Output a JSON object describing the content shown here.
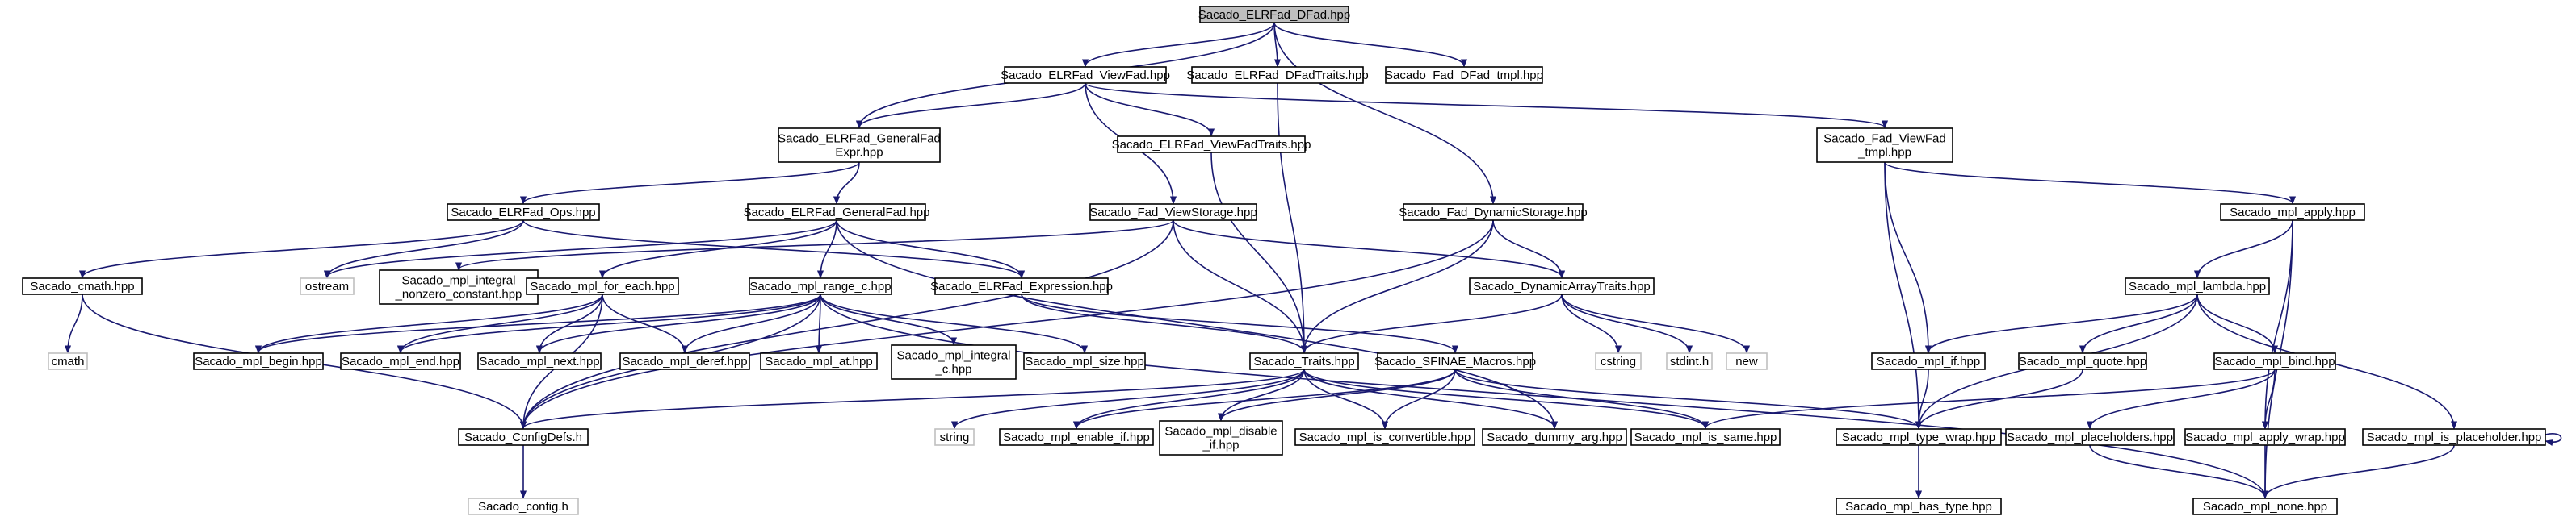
{
  "diagram": {
    "nodes": [
      {
        "id": "root",
        "lines": [
          "Sacado_ELRFad_DFad.hpp"
        ],
        "root": true
      },
      {
        "id": "viewfad",
        "lines": [
          "Sacado_ELRFad_ViewFad.hpp"
        ]
      },
      {
        "id": "dfadtraits",
        "lines": [
          "Sacado_ELRFad_DFadTraits.hpp"
        ]
      },
      {
        "id": "dfadtmpl",
        "lines": [
          "Sacado_Fad_DFad_tmpl.hpp"
        ]
      },
      {
        "id": "genfadexpr",
        "lines": [
          "Sacado_ELRFad_GeneralFad",
          "Expr.hpp"
        ]
      },
      {
        "id": "viewfadtraits",
        "lines": [
          "Sacado_ELRFad_ViewFadTraits.hpp"
        ]
      },
      {
        "id": "fadviewfadtmpl",
        "lines": [
          "Sacado_Fad_ViewFad",
          "_tmpl.hpp"
        ]
      },
      {
        "id": "ops",
        "lines": [
          "Sacado_ELRFad_Ops.hpp"
        ]
      },
      {
        "id": "genfad",
        "lines": [
          "Sacado_ELRFad_GeneralFad.hpp"
        ]
      },
      {
        "id": "viewstorage",
        "lines": [
          "Sacado_Fad_ViewStorage.hpp"
        ]
      },
      {
        "id": "dynstorage",
        "lines": [
          "Sacado_Fad_DynamicStorage.hpp"
        ]
      },
      {
        "id": "mplapply",
        "lines": [
          "Sacado_mpl_apply.hpp"
        ]
      },
      {
        "id": "cmathhpp",
        "lines": [
          "Sacado_cmath.hpp"
        ]
      },
      {
        "id": "ostream",
        "lines": [
          "ostream"
        ],
        "system": true
      },
      {
        "id": "mplintnz",
        "lines": [
          "Sacado_mpl_integral",
          "_nonzero_constant.hpp"
        ]
      },
      {
        "id": "mplforeach",
        "lines": [
          "Sacado_mpl_for_each.hpp"
        ]
      },
      {
        "id": "mplrangec",
        "lines": [
          "Sacado_mpl_range_c.hpp"
        ]
      },
      {
        "id": "expression",
        "lines": [
          "Sacado_ELRFad_Expression.hpp"
        ]
      },
      {
        "id": "dyntraits",
        "lines": [
          "Sacado_DynamicArrayTraits.hpp"
        ]
      },
      {
        "id": "mpllambda",
        "lines": [
          "Sacado_mpl_lambda.hpp"
        ]
      },
      {
        "id": "cmath",
        "lines": [
          "cmath"
        ],
        "system": true
      },
      {
        "id": "mplbegin",
        "lines": [
          "Sacado_mpl_begin.hpp"
        ]
      },
      {
        "id": "mplend",
        "lines": [
          "Sacado_mpl_end.hpp"
        ]
      },
      {
        "id": "mplnext",
        "lines": [
          "Sacado_mpl_next.hpp"
        ]
      },
      {
        "id": "mplderef",
        "lines": [
          "Sacado_mpl_deref.hpp"
        ]
      },
      {
        "id": "mplat",
        "lines": [
          "Sacado_mpl_at.hpp"
        ]
      },
      {
        "id": "mplintc",
        "lines": [
          "Sacado_mpl_integral",
          "_c.hpp"
        ]
      },
      {
        "id": "mplsize",
        "lines": [
          "Sacado_mpl_size.hpp"
        ]
      },
      {
        "id": "traits",
        "lines": [
          "Sacado_Traits.hpp"
        ]
      },
      {
        "id": "sfinae",
        "lines": [
          "Sacado_SFINAE_Macros.hpp"
        ]
      },
      {
        "id": "cstring",
        "lines": [
          "cstring"
        ],
        "system": true
      },
      {
        "id": "stdinth",
        "lines": [
          "stdint.h"
        ],
        "system": true
      },
      {
        "id": "new",
        "lines": [
          "new"
        ],
        "system": true
      },
      {
        "id": "mplif",
        "lines": [
          "Sacado_mpl_if.hpp"
        ]
      },
      {
        "id": "mplquote",
        "lines": [
          "Sacado_mpl_quote.hpp"
        ]
      },
      {
        "id": "mplbind",
        "lines": [
          "Sacado_mpl_bind.hpp"
        ]
      },
      {
        "id": "configdefs",
        "lines": [
          "Sacado_ConfigDefs.h"
        ]
      },
      {
        "id": "string",
        "lines": [
          "string"
        ],
        "system": true
      },
      {
        "id": "mplenableif",
        "lines": [
          "Sacado_mpl_enable_if.hpp"
        ]
      },
      {
        "id": "mpldisableif",
        "lines": [
          "Sacado_mpl_disable",
          "_if.hpp"
        ]
      },
      {
        "id": "mplisconv",
        "lines": [
          "Sacado_mpl_is_convertible.hpp"
        ]
      },
      {
        "id": "dummyarg",
        "lines": [
          "Sacado_dummy_arg.hpp"
        ]
      },
      {
        "id": "mplissame",
        "lines": [
          "Sacado_mpl_is_same.hpp"
        ]
      },
      {
        "id": "mpltypewrap",
        "lines": [
          "Sacado_mpl_type_wrap.hpp"
        ]
      },
      {
        "id": "mplplaceholders",
        "lines": [
          "Sacado_mpl_placeholders.hpp"
        ]
      },
      {
        "id": "mplapplywrap",
        "lines": [
          "Sacado_mpl_apply_wrap.hpp"
        ]
      },
      {
        "id": "mplisplaceholder",
        "lines": [
          "Sacado_mpl_is_placeholder.hpp"
        ]
      },
      {
        "id": "sacadoconfig",
        "lines": [
          "Sacado_config.h"
        ],
        "system": true
      },
      {
        "id": "mplhastype",
        "lines": [
          "Sacado_mpl_has_type.hpp"
        ]
      },
      {
        "id": "mplnone",
        "lines": [
          "Sacado_mpl_none.hpp"
        ]
      }
    ],
    "edges": [
      [
        "root",
        "viewfad"
      ],
      [
        "root",
        "dfadtraits"
      ],
      [
        "root",
        "dfadtmpl"
      ],
      [
        "root",
        "genfadexpr"
      ],
      [
        "root",
        "dynstorage"
      ],
      [
        "viewfad",
        "genfadexpr"
      ],
      [
        "viewfad",
        "viewfadtraits"
      ],
      [
        "viewfad",
        "viewstorage"
      ],
      [
        "viewfad",
        "fadviewfadtmpl"
      ],
      [
        "genfadexpr",
        "ops"
      ],
      [
        "genfadexpr",
        "genfad"
      ],
      [
        "ops",
        "cmathhpp"
      ],
      [
        "ops",
        "ostream"
      ],
      [
        "ops",
        "expression"
      ],
      [
        "genfad",
        "ostream"
      ],
      [
        "genfad",
        "mplforeach"
      ],
      [
        "genfad",
        "mplrangec"
      ],
      [
        "genfad",
        "expression"
      ],
      [
        "genfad",
        "dummyarg"
      ],
      [
        "viewstorage",
        "mplintnz"
      ],
      [
        "viewstorage",
        "traits"
      ],
      [
        "viewstorage",
        "dyntraits"
      ],
      [
        "viewstorage",
        "configdefs"
      ],
      [
        "dynstorage",
        "traits"
      ],
      [
        "dynstorage",
        "dyntraits"
      ],
      [
        "dynstorage",
        "configdefs"
      ],
      [
        "fadviewfadtmpl",
        "mplapply"
      ],
      [
        "fadviewfadtmpl",
        "mplif"
      ],
      [
        "fadviewfadtmpl",
        "mpltypewrap"
      ],
      [
        "dfadtraits",
        "traits"
      ],
      [
        "viewfadtraits",
        "traits"
      ],
      [
        "mplapply",
        "mpllambda"
      ],
      [
        "mplapply",
        "mplapplywrap"
      ],
      [
        "mplapply",
        "mplnone"
      ],
      [
        "mpllambda",
        "mplif"
      ],
      [
        "mpllambda",
        "mplquote"
      ],
      [
        "mpllambda",
        "mplbind"
      ],
      [
        "mpllambda",
        "mplisplaceholder"
      ],
      [
        "mpllambda",
        "mpltypewrap"
      ],
      [
        "cmathhpp",
        "cmath"
      ],
      [
        "cmathhpp",
        "configdefs"
      ],
      [
        "mplforeach",
        "mplbegin"
      ],
      [
        "mplforeach",
        "mplend"
      ],
      [
        "mplforeach",
        "mplnext"
      ],
      [
        "mplforeach",
        "mplderef"
      ],
      [
        "mplforeach",
        "configdefs"
      ],
      [
        "mplrangec",
        "mplbegin"
      ],
      [
        "mplrangec",
        "mplend"
      ],
      [
        "mplrangec",
        "mplnext"
      ],
      [
        "mplrangec",
        "mplderef"
      ],
      [
        "mplrangec",
        "mplat"
      ],
      [
        "mplrangec",
        "mplintc"
      ],
      [
        "mplrangec",
        "mplsize"
      ],
      [
        "mplrangec",
        "configdefs"
      ],
      [
        "mplrangec",
        "mplnone"
      ],
      [
        "expression",
        "traits"
      ],
      [
        "expression",
        "sfinae"
      ],
      [
        "dyntraits",
        "traits"
      ],
      [
        "dyntraits",
        "cstring"
      ],
      [
        "dyntraits",
        "stdinth"
      ],
      [
        "dyntraits",
        "new"
      ],
      [
        "traits",
        "configdefs"
      ],
      [
        "traits",
        "string"
      ],
      [
        "traits",
        "mplenableif"
      ],
      [
        "traits",
        "mpldisableif"
      ],
      [
        "traits",
        "mplisconv"
      ],
      [
        "traits",
        "dummyarg"
      ],
      [
        "traits",
        "mplissame"
      ],
      [
        "sfinae",
        "mplenableif"
      ],
      [
        "sfinae",
        "mpldisableif"
      ],
      [
        "sfinae",
        "mplisconv"
      ],
      [
        "sfinae",
        "mplissame"
      ],
      [
        "sfinae",
        "mpltypewrap"
      ],
      [
        "mplquote",
        "mpltypewrap"
      ],
      [
        "mplif",
        "mpltypewrap"
      ],
      [
        "mplbind",
        "mplplaceholders"
      ],
      [
        "mplbind",
        "mplapplywrap"
      ],
      [
        "mplbind",
        "mplissame"
      ],
      [
        "mplisplaceholder",
        "mplisplaceholder"
      ],
      [
        "mplisplaceholder",
        "mplnone"
      ],
      [
        "mplplaceholders",
        "mplnone"
      ],
      [
        "mplapplywrap",
        "mplnone"
      ],
      [
        "mpltypewrap",
        "mplhastype"
      ],
      [
        "configdefs",
        "sacadoconfig"
      ]
    ]
  }
}
